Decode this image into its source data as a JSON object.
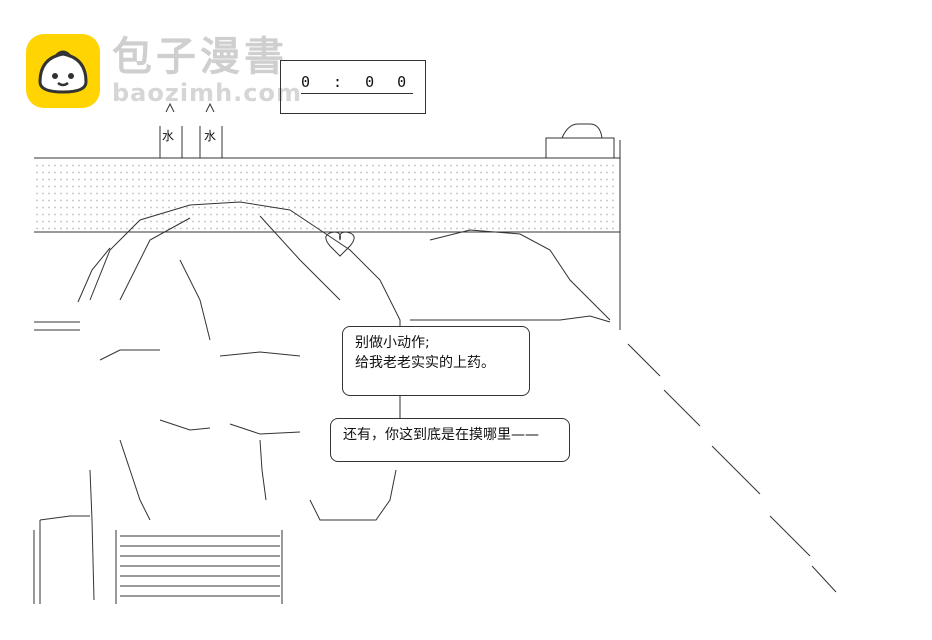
{
  "watermark": {
    "brand_cn": "包子漫書",
    "brand_en": "baozimh.com",
    "icon": "bun-mascot-icon",
    "colors": {
      "badge": "#ffd400"
    }
  },
  "clock": {
    "display": "0 : 0 0"
  },
  "speech": {
    "bubble1": {
      "line1": "别做小动作;",
      "line2": "给我老老实实的上药。"
    },
    "bubble2": {
      "line1": "还有，你这到底是在摸哪里——"
    }
  },
  "art_labels": {
    "left_char": "水",
    "right_char": "水"
  }
}
